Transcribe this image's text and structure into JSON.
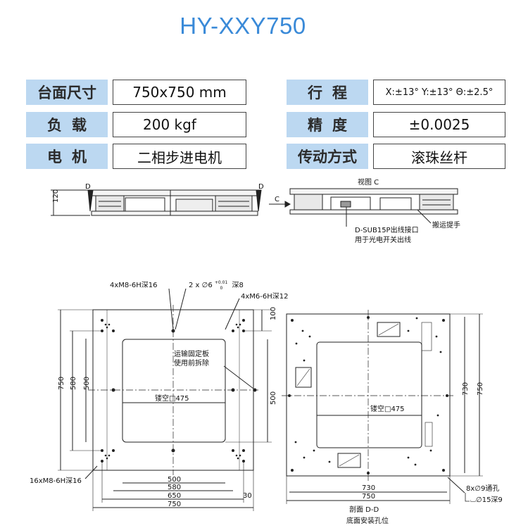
{
  "title": "HY-XXY750",
  "specs": {
    "size_label": "台面尺寸",
    "size_value": "750x750 mm",
    "load_label_a": "负",
    "load_label_b": "载",
    "load_value": "200 kgf",
    "motor_label_a": "电",
    "motor_label_b": "机",
    "motor_value": "二相步进电机",
    "stroke_label_a": "行",
    "stroke_label_b": "程",
    "stroke_value": "X:±13° Y:±13° Θ:±2.5°",
    "accuracy_label_a": "精",
    "accuracy_label_b": "度",
    "accuracy_value": "±0.0025",
    "drive_label": "传动方式",
    "drive_value": "滚珠丝杆"
  },
  "side_view": {
    "height_dim": "120",
    "section_mark_left": "D",
    "section_mark_right": "D",
    "view_arrow": "C"
  },
  "view_c": {
    "title": "视图 C",
    "connector_note_1": "D-SUB15P出线接口",
    "connector_note_2": "用于光电开关出线",
    "handle_note": "搬运提手"
  },
  "top_view": {
    "hole_note_1": "4xM8-6H深16",
    "hole_note_2_prefix": "2 x ∅6",
    "hole_note_2_tol_upper": "+0.01",
    "hole_note_2_tol_lower": "0",
    "hole_note_2_suffix": "深8",
    "hole_note_3": "4xM6-6H深12",
    "hole_note_4": "16xM8-6H深16",
    "transport_note_1": "运输固定板",
    "transport_note_2": "使用前拆除",
    "opening_label": "镂空□475",
    "dim_750_v": "750",
    "dim_580_v": "580",
    "dim_500_v": "500",
    "dim_100_v": "100",
    "dim_500_r": "500",
    "dim_500_b": "500",
    "dim_580_b": "580",
    "dim_650_b": "650",
    "dim_30_b": "30",
    "dim_750_b": "750"
  },
  "section_view": {
    "opening_label": "镂空□475",
    "dim_730_v": "730",
    "dim_750_v": "750",
    "dim_730_b": "730",
    "dim_750_b": "750",
    "hole_note_1": "8x∅9通孔",
    "hole_note_2": "⌴∅15深9",
    "caption_1": "剖面 D-D",
    "caption_2": "底面安装孔位"
  }
}
